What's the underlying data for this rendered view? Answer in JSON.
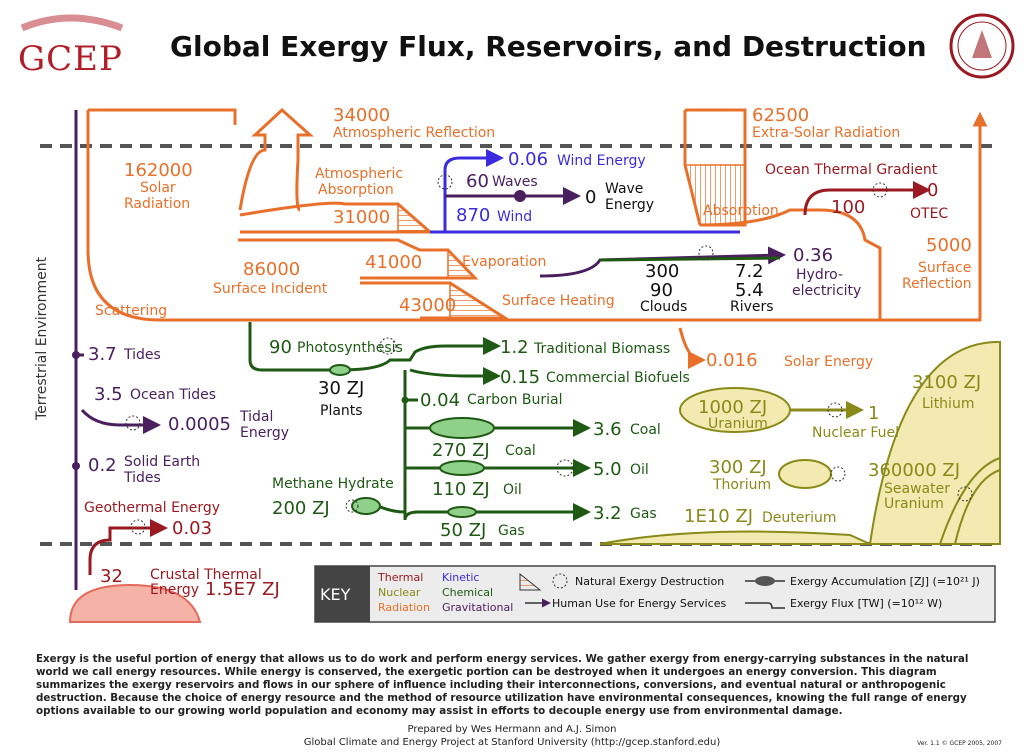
{
  "header": {
    "logo": "GCEP",
    "title": "Global Exergy Flux, Reservoirs, and Destruction"
  },
  "side_label": "Terrestrial Environment",
  "flows": {
    "atm_reflection_value": "34000",
    "atm_reflection_label": "Atmospheric Reflection",
    "extra_solar_value": "62500",
    "extra_solar_label": "Extra-Solar Radiation",
    "solar_value": "162000",
    "solar_label_1": "Solar",
    "solar_label_2": "Radiation",
    "atm_absorption_1": "Atmospheric",
    "atm_absorption_2": "Absorption",
    "atm_absorption_value": "31000",
    "wind_energy_value": "0.06",
    "wind_energy_label": "Wind Energy",
    "waves_value": "60",
    "waves_label": "Waves",
    "wave_energy_value": "0",
    "wave_energy_1": "Wave",
    "wave_energy_2": "Energy",
    "wind_value": "870",
    "wind_label": "Wind",
    "absorption_label": "Absorption",
    "otg_label": "Ocean Thermal Gradient",
    "otg_value": "100",
    "otec_value": "0",
    "otec_label": "OTEC",
    "surface_incident_value": "86000",
    "surface_incident_label": "Surface Incident",
    "evaporation_value": "41000",
    "evaporation_label": "Evaporation",
    "clouds_value_1": "300",
    "clouds_value_2": "90",
    "clouds_label": "Clouds",
    "rivers_value_1": "7.2",
    "rivers_value_2": "5.4",
    "rivers_label": "Rivers",
    "hydro_value": "0.36",
    "hydro_1": "Hydro-",
    "hydro_2": "electricity",
    "surface_reflection_value": "5000",
    "surface_reflection_1": "Surface",
    "surface_reflection_2": "Reflection",
    "surface_heating_value": "43000",
    "surface_heating_label": "Surface Heating",
    "scattering_label": "Scattering",
    "photosynthesis_value": "90",
    "photosynthesis_label": "Photosynthesis",
    "trad_biomass_value": "1.2",
    "trad_biomass_label": "Traditional Biomass",
    "comm_biofuels_value": "0.15",
    "comm_biofuels_label": "Commercial Biofuels",
    "solar_energy_value": "0.016",
    "solar_energy_label": "Solar Energy",
    "plants_value": "30 ZJ",
    "plants_label": "Plants",
    "carbon_burial_value": "0.04",
    "carbon_burial_label": "Carbon Burial",
    "coal_value": "3.6",
    "coal_label": "Coal",
    "coal_reserve_value": "270 ZJ",
    "coal_reserve_label": "Coal",
    "oil_value": "5.0",
    "oil_label": "Oil",
    "oil_reserve_value": "110 ZJ",
    "oil_reserve_label": "Oil",
    "gas_value": "3.2",
    "gas_label": "Gas",
    "gas_reserve_value": "50 ZJ",
    "gas_reserve_label": "Gas",
    "methane_label": "Methane Hydrate",
    "methane_value": "200 ZJ",
    "tides_value": "3.7",
    "tides_label": "Tides",
    "ocean_tides_value": "3.5",
    "ocean_tides_label": "Ocean Tides",
    "tidal_energy_value": "0.0005",
    "tidal_energy_1": "Tidal",
    "tidal_energy_2": "Energy",
    "solid_earth_value": "0.2",
    "solid_earth_1": "Solid Earth",
    "solid_earth_2": "Tides",
    "geothermal_label": "Geothermal Energy",
    "geothermal_value": "0.03",
    "crustal_value": "32",
    "crustal_1": "Crustal Thermal",
    "crustal_2": "Energy",
    "crustal_reserve": "1.5E7 ZJ",
    "lithium_value": "3100 ZJ",
    "lithium_label": "Lithium",
    "uranium_value": "1000 ZJ",
    "uranium_label": "Uranium",
    "nuclear_fuel_value": "1",
    "nuclear_fuel_label": "Nuclear Fuel",
    "thorium_value": "300 ZJ",
    "thorium_label": "Thorium",
    "seawater_value": "360000 ZJ",
    "seawater_1": "Seawater",
    "seawater_2": "Uranium",
    "deuterium_value": "1E10 ZJ",
    "deuterium_label": "Deuterium"
  },
  "key": {
    "title": "KEY",
    "thermal": "Thermal",
    "nuclear": "Nuclear",
    "radiation": "Radiation",
    "kinetic": "Kinetic",
    "chemical": "Chemical",
    "gravitational": "Gravitational",
    "natural_destruction": "Natural Exergy Destruction",
    "human_use": "Human Use for Energy Services",
    "accumulation": "Exergy Accumulation [ZJ] (=10²¹ J)",
    "flux": "Exergy Flux [TW] (=10¹² W)"
  },
  "footer": {
    "caption": "Exergy is the useful portion of energy that allows us to do work and perform energy services. We gather exergy from energy-carrying substances in the natural world we call energy resources. While energy is conserved, the exergetic portion can be destroyed when it undergoes an energy conversion. This diagram summarizes the exergy reservoirs and flows in our sphere of influence including their interconnections, conversions, and eventual natural or anthropogenic destruction. Because the choice of energy resource and the method of resource utilization have environmental consequences, knowing the full range of energy options available to our growing world population and economy may assist in efforts to decouple energy use from environmental damage.",
    "prepared": "Prepared by Wes Hermann and A.J. Simon",
    "project": "Global Climate and Energy Project at Stanford University (http://gcep.stanford.edu)",
    "version": "Ver. 1.1 © GCEP 2005, 2007"
  },
  "colors": {
    "radiation": "#e8702a",
    "thermal": "#9a1a22",
    "nuclear": "#8a8a1a",
    "kinetic": "#3b2be0",
    "chemical": "#1e5a14",
    "gravitational": "#4a1f5e",
    "reservoir_fill": "#f2eab0",
    "chem_fill": "#8fd08a"
  }
}
